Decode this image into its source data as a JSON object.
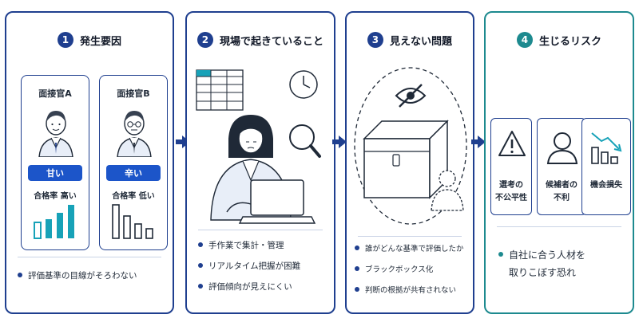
{
  "panels": [
    {
      "number": "1",
      "title": "発生要因",
      "interviewers": [
        {
          "name": "面接官A",
          "badge": "甘い",
          "rate": "合格率 高い"
        },
        {
          "name": "面接官B",
          "badge": "辛い",
          "rate": "合格率 低い"
        }
      ],
      "bullets": [
        "評価基準の目線がそろわない"
      ]
    },
    {
      "number": "2",
      "title": "現場で起きていること",
      "bullets": [
        "手作業で集計・管理",
        "リアルタイム把握が困難",
        "評価傾向が見えにくい"
      ]
    },
    {
      "number": "3",
      "title": "見えない問題",
      "bullets": [
        "誰がどんな基準で評価したか",
        "ブラックボックス化",
        "判断の根拠が共有されない"
      ]
    },
    {
      "number": "4",
      "title": "生じるリスク",
      "risks": [
        {
          "line1": "選考の",
          "line2": "不公平性"
        },
        {
          "line1": "候補者の",
          "line2": "不利"
        },
        {
          "line1": "機会損失",
          "line2": ""
        }
      ],
      "bullets": [
        "自社に合う人材を",
        "取りこぼす恐れ"
      ]
    }
  ],
  "colors": {
    "navy": "#1f3f8f",
    "blue": "#1c55c9",
    "teal": "#1d8a8f",
    "cyan": "#17a2b8"
  },
  "icons": [
    "person-icon",
    "table-icon",
    "clock-icon",
    "magnifier-icon",
    "laptop-icon",
    "eye-slash-icon",
    "box-icon",
    "warning-icon",
    "user-icon",
    "chart-down-icon"
  ]
}
